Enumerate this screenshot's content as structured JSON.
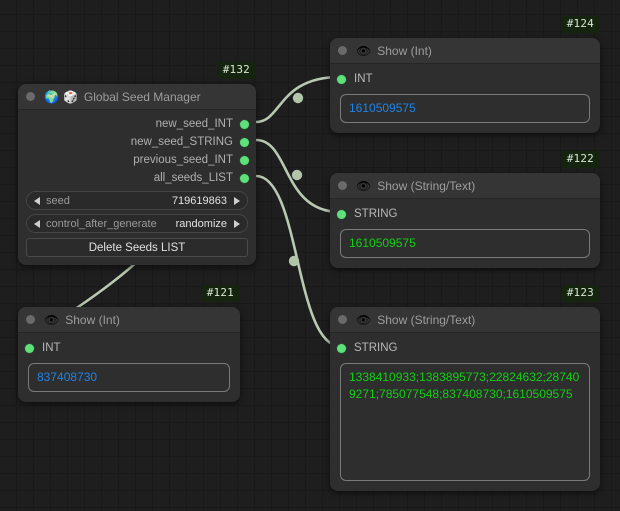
{
  "canvas": {
    "background_color": "#1e1e1e",
    "grid_color": "#191919",
    "wire_color": "#b9c9b1"
  },
  "nodes": [
    {
      "id_badge": "#132",
      "title": "Global Seed Manager",
      "icons": [
        "globe-emoji",
        "dice-emoji"
      ],
      "collapse_dot": "collapse-dot",
      "outputs": [
        {
          "label": "new_seed_INT",
          "color": "#5ee07a"
        },
        {
          "label": "new_seed_STRING",
          "color": "#5ee07a"
        },
        {
          "label": "previous_seed_INT",
          "color": "#5ee07a"
        },
        {
          "label": "all_seeds_LIST",
          "color": "#5ee07a"
        }
      ],
      "widgets": [
        {
          "type": "number",
          "name": "seed",
          "value": "719619863"
        },
        {
          "type": "combo",
          "name": "control_after_generate",
          "value": "randomize"
        }
      ],
      "button": "Delete Seeds LIST"
    },
    {
      "id_badge": "#124",
      "title": "Show (Int)",
      "icons": [
        "eye-emoji"
      ],
      "input": {
        "label": "INT",
        "color": "#5ee07a"
      },
      "value": "1610509575",
      "value_type": "int",
      "value_color": "#1f84e8"
    },
    {
      "id_badge": "#122",
      "title": "Show (String/Text)",
      "icons": [
        "eye-emoji"
      ],
      "input": {
        "label": "STRING",
        "color": "#5ee07a"
      },
      "value": "1610509575",
      "value_type": "string",
      "value_color": "#10d010"
    },
    {
      "id_badge": "#123",
      "title": "Show (String/Text)",
      "icons": [
        "eye-emoji"
      ],
      "input": {
        "label": "STRING",
        "color": "#5ee07a"
      },
      "value": "1338410933;1383895773;22824632;287409271;785077548;837408730;1610509575",
      "value_type": "string",
      "value_color": "#10d010"
    },
    {
      "id_badge": "#121",
      "title": "Show (Int)",
      "icons": [
        "eye-emoji"
      ],
      "input": {
        "label": "INT",
        "color": "#5ee07a"
      },
      "value": "837408730",
      "value_type": "int",
      "value_color": "#1f84e8"
    }
  ]
}
